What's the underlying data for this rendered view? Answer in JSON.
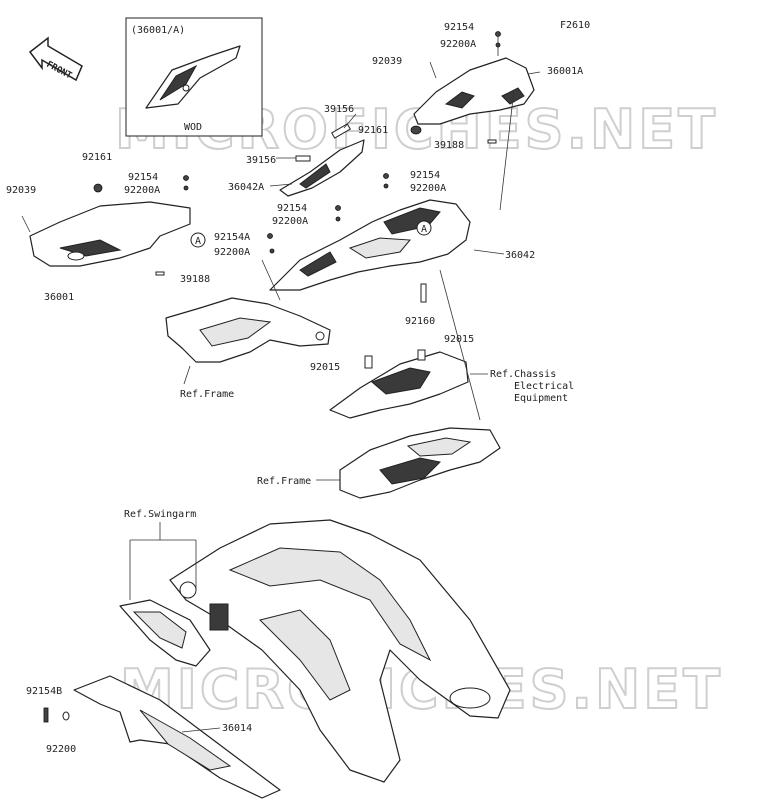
{
  "figure_code": "F2610",
  "front_label": "FRONT",
  "inset": {
    "title": "(36001/A)",
    "note": "WOD"
  },
  "watermark": "MICROFICHES.NET",
  "parts": {
    "p92154_top": "92154",
    "p92200A_top": "92200A",
    "p92039_right": "92039",
    "p36001A": "36001A",
    "p92161_right": "92161",
    "p39188_right": "39188",
    "p39156_a": "39156",
    "p39156_b": "39156",
    "p36042A": "36042A",
    "p92154_mid": "92154",
    "p92200A_mid": "92200A",
    "p92154_c": "92154",
    "p92200A_c": "92200A",
    "p92154A": "92154A",
    "p92200A_d": "92200A",
    "p36042": "36042",
    "p92160": "92160",
    "p92015_a": "92015",
    "p92015_b": "92015",
    "p92161_left": "92161",
    "p92154_left": "92154",
    "p92200A_left": "92200A",
    "p92039_left": "92039",
    "p36001": "36001",
    "p39188_left": "39188",
    "p92154B": "92154B",
    "p92200": "92200",
    "p36014": "36014"
  },
  "refs": {
    "frame_1": "Ref.Frame",
    "frame_2": "Ref.Frame",
    "chassis_1": "Ref.Chassis",
    "chassis_2": "Electrical",
    "chassis_3": "Equipment",
    "swingarm": "Ref.Swingarm"
  },
  "callouts": {
    "a1": "A",
    "a2": "A"
  }
}
